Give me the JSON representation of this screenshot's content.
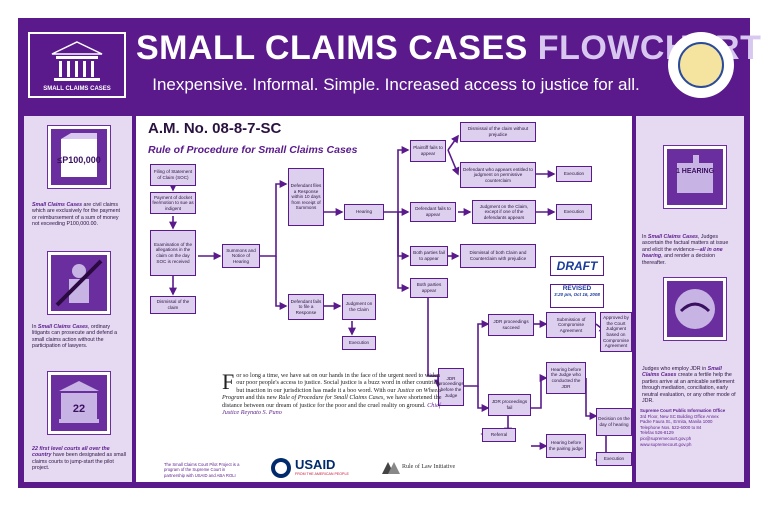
{
  "header": {
    "title_a": "SMALL CLAIMS CASES",
    "title_b": "FLOWCHART",
    "subtitle": "Inexpensive. Informal. Simple. Increased access to justice for all.",
    "logo_label": "SMALL CLAIMS CASES"
  },
  "left_panel": {
    "icon1_text": "≤P100,000",
    "text1_hl": "Small Claims Cases",
    "text1_rest": "are civil claims which are exclusively for the payment or reimbursement of a sum of money not exceeding P100,000.00.",
    "text2_pre": "In",
    "text2_hl": "Small Claims Cases",
    "text2_rest": ", ordinary litigants can prosecute and defend a small claims action without the participation of lawyers.",
    "icon3_text": "22",
    "text3_hl": "22 first level courts all over the country",
    "text3_rest": "have been designated as small claims courts to jump-start the pilot project."
  },
  "right_panel": {
    "icon1_text": "1 HEARING",
    "text1_pre": "In",
    "text1_hl": "Small Claims Cases",
    "text1_mid": ", Judges ascertain the factual matters at issue and elicit the evidence—",
    "text1_hl2": "all in one hearing",
    "text1_rest": ", and render a decision thereafter.",
    "text2_pre": "Judges who employ JDR in",
    "text2_hl": "Small Claims Cases",
    "text2_rest": "create a fertile help the parties arrive at an amicable settlement through mediation, conciliation, early neutral evaluation, or any other mode of JDR.",
    "contact_title": "Supreme Court Public Information Office",
    "contact_lines": [
      "3rd Floor, New SC Building Office Annex",
      "Padre Faura St., Ermita, Manila 1000",
      "Telephone Nos. 522-6000 to 84",
      "Telefax 526-8129",
      "pio@supremecourt.gov.ph",
      "www.supremecourt.gov.ph"
    ]
  },
  "main": {
    "am_no": "A.M. No. 08-8-7-SC",
    "rule_title": "Rule of Procedure for Small Claims Cases",
    "draft": "DRAFT",
    "revised": "REVISED",
    "revised_date": "3:20 pm, Oct 16, 2008",
    "quote_dropcap": "F",
    "quote_text": "or so long a time, we have sat on our hands in the face of the urgent need to widen our poor people's access to justice. Social justice is a buzz word in other countries, but inaction in our jurisdiction has made it a boo word. With our",
    "quote_it1": "Justice on Wheels Program",
    "quote_mid": "and this new",
    "quote_it2": "Rule of Procedure for Small Claims Cases",
    "quote_end": ", we have shortened the distance between our dream of justice for the poor and the cruel reality on ground.",
    "quote_sig": "Chief Justice Reynato S. Puno",
    "foot_note": "The Small Claims Court Pilot Project is a program of the Supreme Court in partnership with USAID and ABA ROLI",
    "usaid": "USAID",
    "usaid_sub": "FROM THE AMERICAN PEOPLE",
    "rol": "Rule of Law Initiative"
  },
  "flow": {
    "filing": "Filing of Statement of Claim (SOC)",
    "payment": "Payment of docket fee/motion to sue as indigent",
    "examination": "Examination of the allegations in the claim on the day SOC is received",
    "dismissal_claim": "Dismissal of the claim",
    "summons": "Summons and Notice of Hearing",
    "defendant_files": "Defendant files a Response within 10 days from receipt of Summons",
    "defendant_fails": "Defendant fails to file a Response",
    "judgment_claim": "Judgment on the Claim",
    "execution1": "Execution",
    "hearing": "Hearing",
    "plaintiff_fails": "Plaintiff fails to appear",
    "dismissal_no_prej": "Dismissal of the claim without prejudice",
    "def_entitled": "Defendant who appears entitled to judgment on permissive counterclaim",
    "execution2": "Execution",
    "def_fails_appear": "Defendant fails to appear",
    "judgment_except": "Judgment on the Claim, except if one of the defendants appears",
    "execution3": "Execution",
    "both_fail": "Both parties fail to appear",
    "dismissal_both": "Dismissal of both Claim and Counterclaim with prejudice",
    "both_appear": "Both parties appear",
    "jdr_proceedings": "JDR proceedings before the Judge",
    "jdr_succeed": "JDR proceedings succeed",
    "submission": "Submission of Compromise Agreement",
    "approved": "Approved by the Court Judgment based on Compromise Agreement",
    "jdr_fail": "JDR proceedings fail",
    "hearing_jdr": "Hearing before the Judge who conducted the JDR",
    "referral": "Referral",
    "hearing_pairing": "Hearing before the pairing judge",
    "decision": "Decision on the day of hearing",
    "execution4": "Execution"
  }
}
